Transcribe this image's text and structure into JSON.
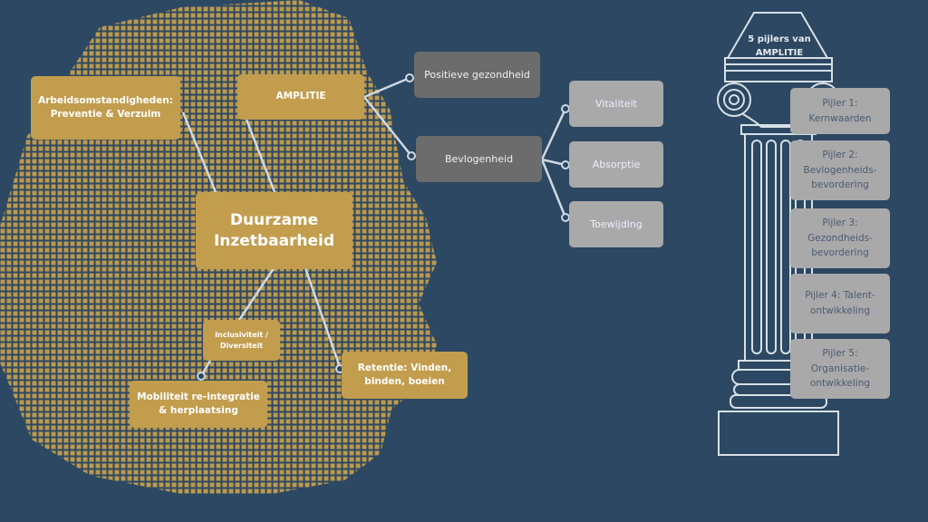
{
  "center": "Duurzame Inzetbaarheid",
  "nodes": {
    "arbeid": "Arbeidsomstandigheden: Preventie & Verzuim",
    "amplitie": "AMPLITIE",
    "inclusiviteit": "Inclusiviteit / Diversiteit",
    "mobiliteit": "Mobiliteit re-integratie & herplaatsing",
    "retentie": "Retentie: Vinden, binden, boeien"
  },
  "amplitie_children": {
    "positieve": "Positieve gezondheid",
    "bevlogenheid": "Bevlogenheid"
  },
  "bevlogenheid_children": [
    "Vitaliteit",
    "Absorptie",
    "Toewijding"
  ],
  "column": {
    "title": "5 pijlers van AMPLITIE",
    "pillars": [
      "Pijler 1: Kernwaarden",
      "Pijler 2: Bevlogenheids-bevordering",
      "Pijler 3: Gezondheids-bevordering",
      "Pijler 4: Talent-ontwikkeling",
      "Pijler 5: Organisatie-ontwikkeling"
    ]
  },
  "colors": {
    "background": "#2c4862",
    "gold": "#c29d4e",
    "dark_gray": "#6c6c6c",
    "light_gray": "#a9a9a9",
    "line": "#cfd9e2"
  }
}
